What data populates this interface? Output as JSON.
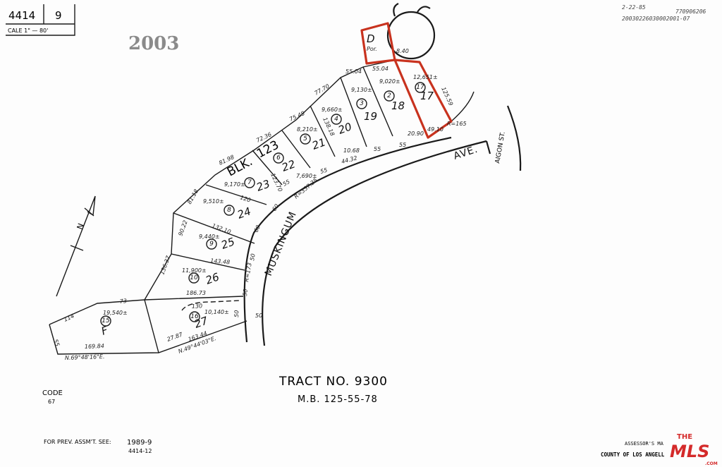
{
  "header": {
    "book": "4414",
    "page": "9",
    "scale": "CALE 1\" — 80'",
    "stamp_year": "2003"
  },
  "top_right_notes": [
    "2-22-85",
    "770906206",
    "20030226030002001-07"
  ],
  "streets": {
    "main": "MUSKINGUM",
    "ave": "AVE.",
    "side": "AIGON ST."
  },
  "block": {
    "label": "BLK.",
    "number": "123"
  },
  "lots": [
    {
      "lot": "17",
      "parcel": "17",
      "area": "12,651±"
    },
    {
      "lot": "18",
      "parcel": "2",
      "area": "9,020±"
    },
    {
      "lot": "19",
      "parcel": "3",
      "area": "9,130±"
    },
    {
      "lot": "20",
      "parcel": "4",
      "area": "9,660±"
    },
    {
      "lot": "21",
      "parcel": "5",
      "area": "8,210±"
    },
    {
      "lot": "22",
      "parcel": "6",
      "area": "7,690±"
    },
    {
      "lot": "23",
      "parcel": "7",
      "area": "9,170±"
    },
    {
      "lot": "24",
      "parcel": "8",
      "area": "9,510±"
    },
    {
      "lot": "25",
      "parcel": "9",
      "area": "9,440±"
    },
    {
      "lot": "26",
      "parcel": "10",
      "area": "11,900±"
    },
    {
      "lot": "27",
      "parcel": "16",
      "area": "10,140±"
    },
    {
      "lot": "F",
      "parcel": "15",
      "area": "19,540±"
    },
    {
      "lot": "D",
      "parcel": "Por."
    }
  ],
  "dimensions": [
    "55.04",
    "55.04",
    "8.40",
    "20.90",
    "49.10",
    "R=165",
    "55",
    "55",
    "10.68",
    "44.32",
    "55",
    "R=357.25",
    "55",
    "60",
    "60",
    "50",
    "50",
    "R=173",
    "50",
    "50",
    "81.98",
    "72.36",
    "75.48",
    "77.70",
    "81.18",
    "90.22",
    "136.37",
    "132.10",
    "143.48",
    "186.73",
    "130",
    "163.44",
    "N.49°44'03\"E.",
    "27.87",
    "169.84",
    "N.69°48'16\"E.",
    "73",
    "114",
    "55",
    "120",
    "123.70",
    "138.18",
    "125.59"
  ],
  "tract": {
    "title": "TRACT NO. 9300",
    "mb": "M.B. 125-55-78"
  },
  "code": {
    "label": "CODE",
    "value": "67"
  },
  "prev": {
    "label": "FOR PREV. ASSM'T. SEE:",
    "ref1": "1989-9",
    "ref2": "4414-12"
  },
  "footer": {
    "line1": "ASSESSOR'S MA",
    "line2": "COUNTY OF LOS ANGELL"
  },
  "logo": {
    "text": "THE MLS .COM",
    "color": "#d42a2a"
  },
  "north_arrow": {
    "letter": "N"
  },
  "colors": {
    "highlight": "#c8321e",
    "ink": "#1a1a1a"
  }
}
